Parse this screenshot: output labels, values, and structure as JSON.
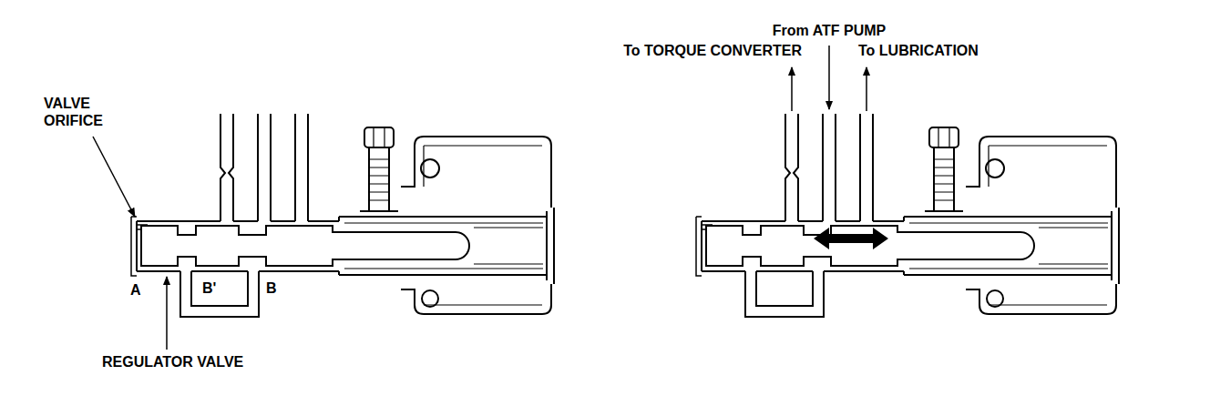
{
  "diagram": {
    "labels": [
      "VALVE ORIFICE",
      "A",
      "B'",
      "B",
      "REGULATOR VALVE",
      "To TORQUE CONVERTER",
      "From ATF PUMP",
      "To LUBRICATION"
    ]
  }
}
